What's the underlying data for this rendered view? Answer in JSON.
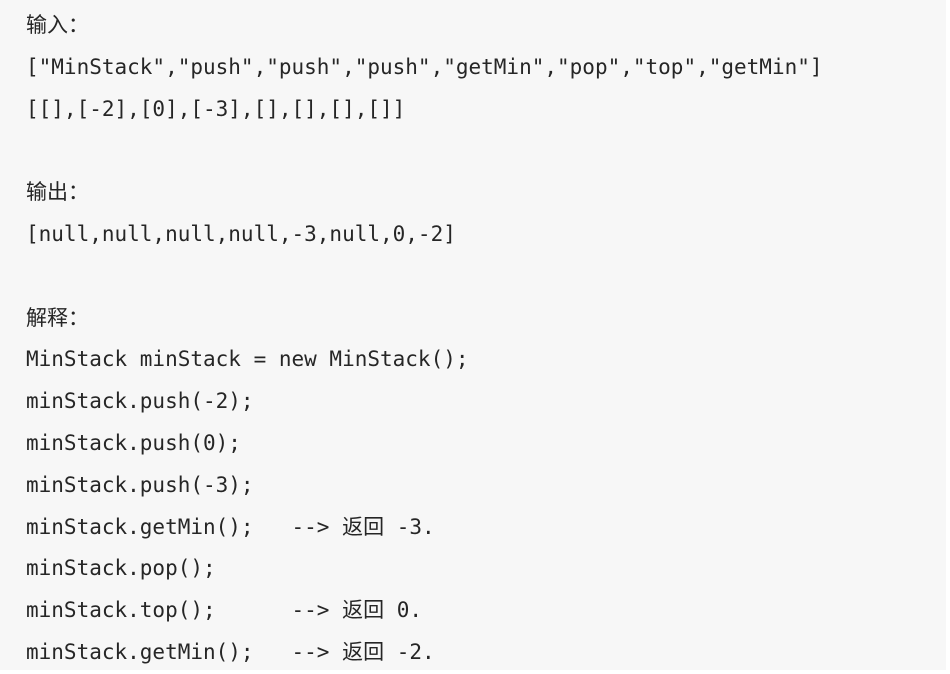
{
  "input": {
    "heading": "输入：",
    "line1": "[\"MinStack\",\"push\",\"push\",\"push\",\"getMin\",\"pop\",\"top\",\"getMin\"]",
    "line2": "[[],[-2],[0],[-3],[],[],[],[]]"
  },
  "output": {
    "heading": "输出：",
    "line1": "[null,null,null,null,-3,null,0,-2]"
  },
  "explanation": {
    "heading": "解释：",
    "lines": [
      {
        "code": "MinStack minStack = new MinStack();",
        "arrow": "",
        "returns": "",
        "value": ""
      },
      {
        "code": "minStack.push(-2);",
        "arrow": "",
        "returns": "",
        "value": ""
      },
      {
        "code": "minStack.push(0);",
        "arrow": "",
        "returns": "",
        "value": ""
      },
      {
        "code": "minStack.push(-3);",
        "arrow": "",
        "returns": "",
        "value": ""
      },
      {
        "code": "minStack.getMin();   ",
        "arrow": "--> ",
        "returns": "返回",
        "value": " -3."
      },
      {
        "code": "minStack.pop();",
        "arrow": "",
        "returns": "",
        "value": ""
      },
      {
        "code": "minStack.top();      ",
        "arrow": "--> ",
        "returns": "返回",
        "value": " 0."
      },
      {
        "code": "minStack.getMin();   ",
        "arrow": "--> ",
        "returns": "返回",
        "value": " -2."
      }
    ]
  }
}
